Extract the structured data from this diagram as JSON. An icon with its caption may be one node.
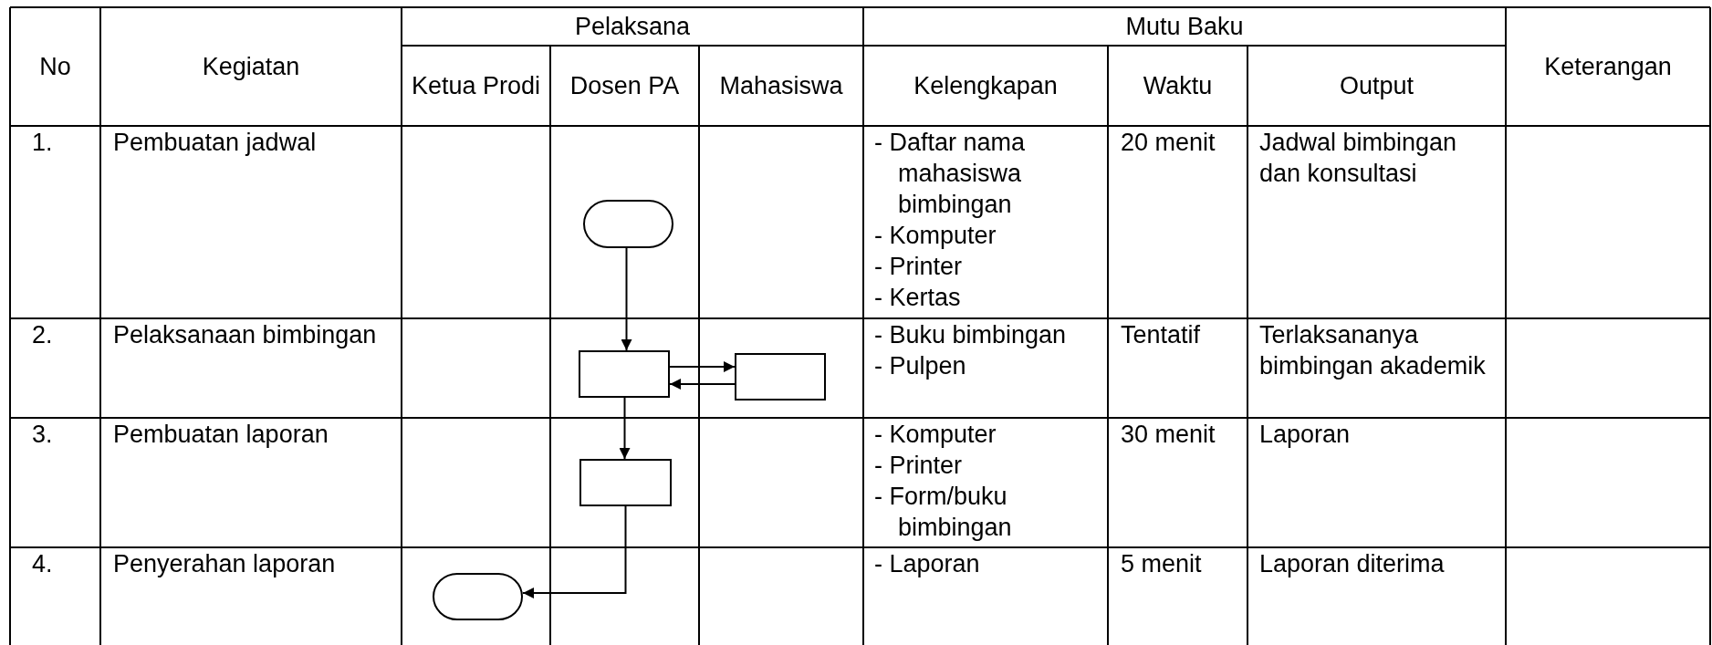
{
  "diagram": {
    "nodes": [
      {
        "text": [],
        "shape": "pill"
      },
      {
        "text": [],
        "shape": "box"
      },
      {
        "text": [],
        "shape": "box"
      },
      {
        "text": [],
        "shape": "box"
      },
      {
        "text": [],
        "shape": "pill"
      }
    ],
    "edges": [
      {
        "from": 0,
        "to": 1,
        "arrow": "to"
      },
      {
        "from": 1,
        "to": 2,
        "arrow": "to"
      },
      {
        "from": 2,
        "to": 1,
        "arrow": "to"
      },
      {
        "from": 1,
        "to": 3,
        "arrow": "to"
      },
      {
        "from": 3,
        "to": 4,
        "arrow": "to"
      }
    ],
    "labels": [
      "No",
      "Kegiatan",
      "Pelaksana",
      "Mutu Baku",
      "Keterangan",
      "Ketua Prodi",
      "Dosen PA",
      "Mahasiswa",
      "Kelengkapan",
      "Waktu",
      "Output",
      "1.",
      "Pembuatan jadwal",
      "- Daftar nama mahasiswa bimbingan",
      "- Komputer",
      "- Printer",
      "- Kertas",
      "20 menit",
      "Jadwal bimbingan dan konsultasi",
      "2.",
      "Pelaksanaan bimbingan",
      "- Buku bimbingan",
      "- Pulpen",
      "Tentatif",
      "Terlaksananya bimbingan akademik",
      "3.",
      "Pembuatan laporan",
      "- Komputer",
      "- Printer",
      "- Form/buku bimbingan",
      "30 menit",
      "Laporan",
      "4.",
      "Penyerahan laporan",
      "- Laporan",
      "5 menit",
      "Laporan diterima"
    ]
  }
}
